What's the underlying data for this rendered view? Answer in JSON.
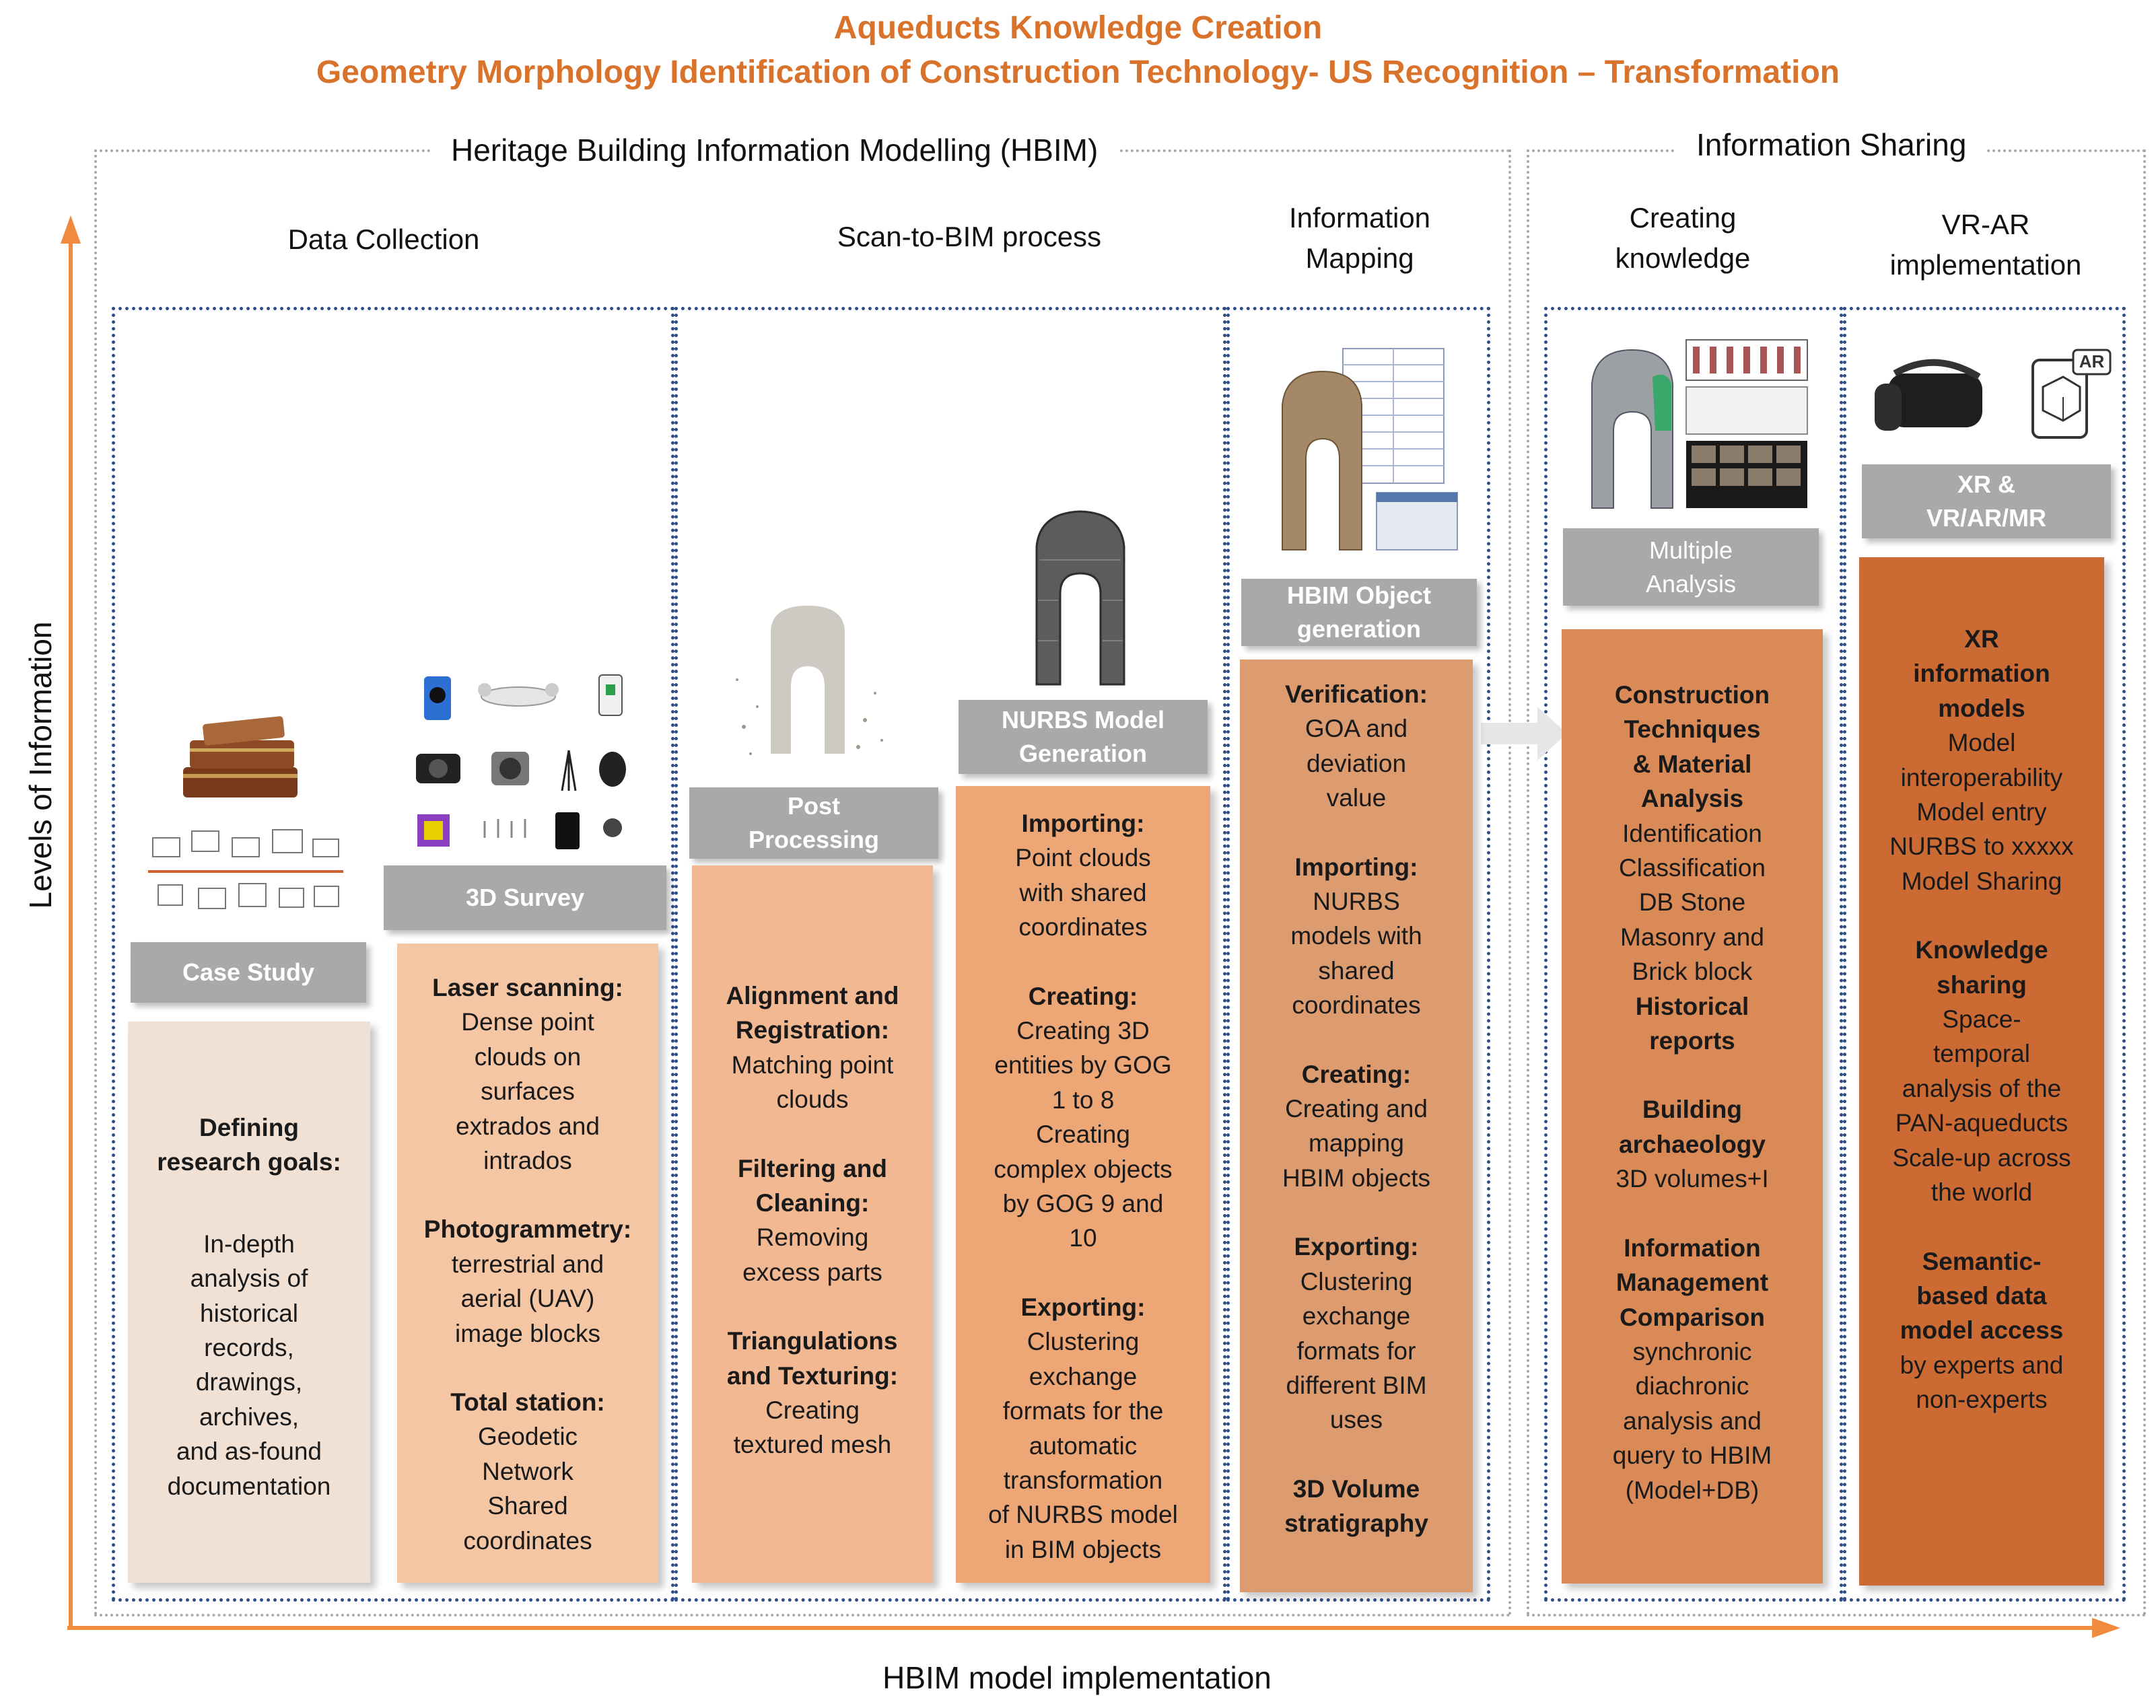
{
  "titles": {
    "main": "Aqueducts Knowledge Creation",
    "subtitle": "Geometry Morphology Identification of Construction Technology- US Recognition – Transformation"
  },
  "groups": {
    "hbim": "Heritage Building Information Modelling  (HBIM)",
    "sharing": "Information Sharing"
  },
  "phases": {
    "data_collection": "Data Collection",
    "scan_to_bim": "Scan-to-BIM process",
    "information_mapping": [
      "Information",
      "Mapping"
    ],
    "creating_knowledge": [
      "Creating",
      "knowledge"
    ],
    "vr_ar": [
      "VR-AR",
      "implementation"
    ]
  },
  "labels": {
    "case_study": "Case Study",
    "survey": "3D Survey",
    "post_processing": [
      "Post",
      "Processing"
    ],
    "nurbs": [
      "NURBS Model",
      "Generation"
    ],
    "hbim_object": [
      "HBIM Object",
      "generation"
    ],
    "multiple_analysis": [
      "Multiple",
      "Analysis"
    ],
    "xr": [
      "XR &",
      "VR/AR/MR"
    ]
  },
  "columns": {
    "case_study": [
      {
        "head": [
          "Defining",
          "research goals:"
        ],
        "body": []
      },
      {
        "head": [],
        "body": [
          "In-depth",
          "analysis of",
          "historical",
          "records,",
          "drawings,",
          "archives,",
          "and as-found",
          "documentation"
        ]
      }
    ],
    "survey": [
      {
        "head": [
          "Laser scanning:"
        ],
        "body": [
          "Dense point",
          "clouds on",
          "surfaces",
          "extrados and",
          "intrados"
        ]
      },
      {
        "head": [
          "Photogrammetry:"
        ],
        "body": [
          "terrestrial and",
          "aerial (UAV)",
          "image blocks"
        ]
      },
      {
        "head": [
          "Total station:"
        ],
        "body": [
          "Geodetic",
          "Network",
          "Shared",
          "coordinates"
        ]
      }
    ],
    "post_processing": [
      {
        "head": [
          "Alignment and",
          "Registration:"
        ],
        "body": [
          "Matching point",
          "clouds"
        ]
      },
      {
        "head": [
          "Filtering and",
          "Cleaning:"
        ],
        "body": [
          "Removing",
          "excess parts"
        ]
      },
      {
        "head": [
          "Triangulations",
          "and Texturing:"
        ],
        "body": [
          "Creating",
          "textured mesh"
        ]
      }
    ],
    "nurbs": [
      {
        "head": [
          "Importing:"
        ],
        "body": [
          "Point clouds",
          "with shared",
          "coordinates"
        ]
      },
      {
        "head": [
          "Creating:"
        ],
        "body": [
          "Creating 3D",
          "entities by GOG",
          "1 to 8",
          "Creating",
          "complex objects",
          "by GOG 9 and",
          "10"
        ]
      },
      {
        "head": [
          "Exporting:"
        ],
        "body": [
          "Clustering",
          "exchange",
          "formats for the",
          "automatic",
          "transformation",
          "of NURBS model",
          "in BIM objects"
        ]
      }
    ],
    "hbim_object": [
      {
        "head": [
          "Verification:"
        ],
        "body": [
          "GOA and",
          "deviation",
          "value"
        ]
      },
      {
        "head": [
          "Importing:"
        ],
        "body": [
          "NURBS",
          "models with",
          "shared",
          "coordinates"
        ]
      },
      {
        "head": [
          "Creating:"
        ],
        "body": [
          "Creating and",
          "mapping",
          "HBIM objects"
        ]
      },
      {
        "head": [
          "Exporting:"
        ],
        "body": [
          "Clustering",
          "exchange",
          "formats for",
          "different BIM",
          "uses"
        ]
      },
      {
        "head": [
          "3D Volume",
          "stratigraphy"
        ],
        "body": []
      }
    ],
    "multiple_analysis": [
      {
        "head": [
          "Construction",
          "Techniques",
          "& Material",
          "Analysis"
        ],
        "body": [
          "Identification",
          "Classification",
          "DB Stone",
          "Masonry and",
          "Brick block"
        ],
        "head2": [
          "Historical",
          "reports"
        ]
      },
      {
        "head": [
          "Building",
          "archaeology"
        ],
        "body": [
          "3D volumes+I"
        ]
      },
      {
        "head": [
          "Information",
          "Management",
          "Comparison"
        ],
        "body": [
          "synchronic",
          "diachronic",
          "analysis and",
          "query  to HBIM",
          "(Model+DB)"
        ]
      }
    ],
    "xr": [
      {
        "head": [
          "XR",
          "information",
          "models"
        ],
        "body": [
          "Model",
          "interoperability",
          "Model entry",
          "NURBS to xxxxx",
          "Model Sharing"
        ]
      },
      {
        "head": [
          "Knowledge",
          "sharing"
        ],
        "body": [
          "Space-",
          "temporal",
          "analysis of the",
          "PAN-aqueducts",
          "Scale-up across",
          "the world"
        ]
      },
      {
        "head": [
          "Semantic-",
          "based data",
          "model access"
        ],
        "body": [
          "by experts and",
          "non-experts"
        ]
      }
    ]
  },
  "axes": {
    "y": "Levels of Information",
    "x": "HBIM model implementation"
  },
  "icons": {
    "ar_badge": "AR"
  },
  "colors": {
    "accent": "#d9722b",
    "col_case_study": "#f1e1d5",
    "col_survey": "#f4c6a4",
    "col_post": "#f1b892",
    "col_nurbs": "#eda777",
    "col_hbim": "#dc9c70",
    "col_analysis": "#d98a56",
    "col_xr": "#cc6a34",
    "label_gray": "#a9a9a9",
    "frame_blue": "#2f4e86"
  }
}
